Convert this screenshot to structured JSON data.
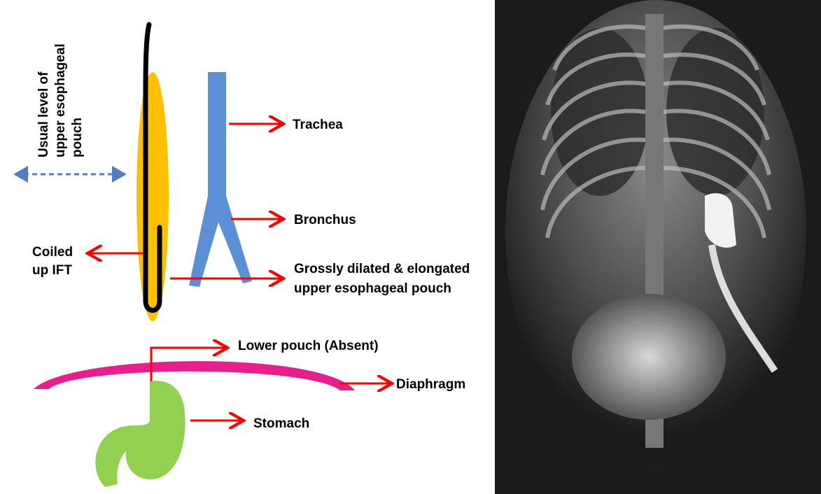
{
  "labels": {
    "usual_level": [
      "Usual level of",
      "upper esophageal",
      "pouch"
    ],
    "trachea": "Trachea",
    "bronchus": "Bronchus",
    "pouch": [
      "Grossly dilated & elongated",
      "upper esophageal pouch"
    ],
    "coiled": [
      "Coiled",
      "up IFT"
    ],
    "lower_pouch": "Lower pouch (Absent)",
    "diaphragm": "Diaphragm",
    "stomach": "Stomach"
  },
  "colors": {
    "pouch": "#ffc000",
    "tube": "#000000",
    "trachea": "#5b8fd6",
    "arrow": "#ff0000",
    "diaphragm": "#e81e8c",
    "stomach": "#92d050",
    "dashed": "#4f7fbf"
  }
}
